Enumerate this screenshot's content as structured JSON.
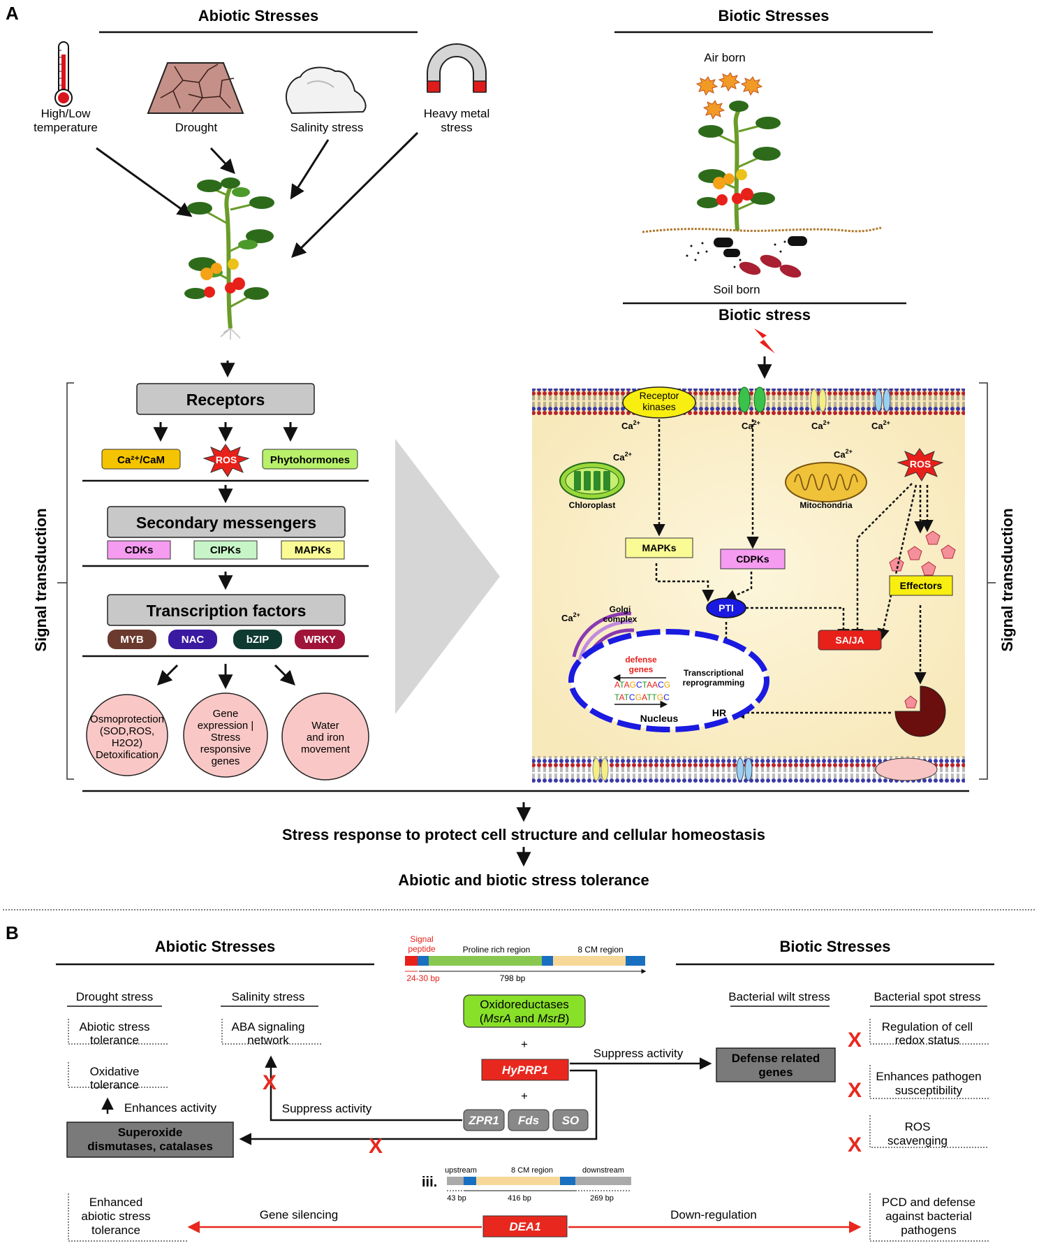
{
  "panelA": {
    "label": "A",
    "abiotic_title": "Abiotic Stresses",
    "biotic_title": "Biotic Stresses",
    "stressors": {
      "temp_line1": "High/Low",
      "temp_line2": "temperature",
      "drought": "Drought",
      "salinity": "Salinity stress",
      "metal_line1": "Heavy metal",
      "metal_line2": "stress"
    },
    "air_born": "Air born",
    "soil_born": "Soil born",
    "biotic_stress": "Biotic stress",
    "receptors": "Receptors",
    "ca_cam": "Ca²⁺/CaM",
    "ros": "ROS",
    "phytohormones": "Phytohormones",
    "secondary_messengers": "Secondary messengers",
    "cdks": "CDKs",
    "cipks": "CIPKs",
    "mapks": "MAPKs",
    "transcription_factors": "Transcription factors",
    "myb": "MYB",
    "nac": "NAC",
    "bzip": "bZIP",
    "wrky": "WRKY",
    "outcome1": [
      "Osmoprotection",
      "(SOD,ROS,",
      "H2O2)",
      "Detoxification"
    ],
    "outcome2": [
      "Gene",
      "expression |",
      "Stress",
      "responsive",
      "genes"
    ],
    "outcome3": [
      "Water",
      "and iron",
      "movement"
    ],
    "signal_transduction": "Signal transduction",
    "cell": {
      "receptor_kinases_1": "Receptor",
      "receptor_kinases_2": "kinases",
      "ca": "Ca",
      "sup": "2+",
      "chloroplast": "Chloroplast",
      "mitochondria": "Mitochondria",
      "ros": "ROS",
      "mapks": "MAPKs",
      "cdpks": "CDPKs",
      "effectors": "Effectors",
      "pti": "PTI",
      "sajs": "SA/JA",
      "golgi_1": "Golgi",
      "golgi_2": "complex",
      "defense_1": "defense",
      "defense_2": "genes",
      "transcriptional_1": "Transcriptional",
      "transcriptional_2": "reprogramming",
      "seq1": "ATAGCTAACG",
      "seq2": "TATCGATTGC",
      "nucleus": "Nucleus",
      "hr": "HR"
    },
    "stress_response": "Stress response to protect cell structure and cellular homeostasis",
    "tolerance": "Abiotic and biotic stress tolerance"
  },
  "panelB": {
    "label": "B",
    "abiotic_title": "Abiotic Stresses",
    "biotic_title": "Biotic Stresses",
    "gene1": {
      "signal_1": "Signal",
      "signal_2": "peptide",
      "proline": "Proline rich region",
      "cm": "8 CM region",
      "bp_signal": "24-30 bp",
      "bp_total": "798 bp"
    },
    "drought_stress": "Drought stress",
    "salinity_stress": "Salinity stress",
    "abiotic_tol_1": "Abiotic stress",
    "abiotic_tol_2": "tolerance",
    "aba_1": "ABA signaling",
    "aba_2": "network",
    "oxidative_1": "Oxidative",
    "oxidative_2": "tolerance",
    "enhances_activity": "Enhances activity",
    "sod_1": "Superoxide",
    "sod_2": "dismutases, catalases",
    "oxidoreductases_1": "Oxidoreductases",
    "oxidoreductases_2a": "(",
    "oxidoreductases_msra": "MsrA",
    "oxidoreductases_and": " and ",
    "oxidoreductases_msrb": "MsrB",
    "oxidoreductases_2b": ")",
    "plus": "+",
    "hyprp1": "HyPRP1",
    "zpr1": "ZPR1",
    "fds": "Fds",
    "so": "SO",
    "suppress_activity": "Suppress activity",
    "suppress_activity2": "Suppress activity",
    "defense_related_1": "Defense related",
    "defense_related_2": "genes",
    "bacterial_wilt": "Bacterial wilt stress",
    "bacterial_spot": "Bacterial spot stress",
    "redox_1": "Regulation of cell",
    "redox_2": "redox status",
    "pathogen_1": "Enhances pathogen",
    "pathogen_2": "susceptibility",
    "ros_1": "ROS",
    "ros_2": "scavenging",
    "x_mark": "X",
    "gene2": {
      "roman": "iii.",
      "upstream": "upstream",
      "cm": "8 CM region",
      "downstream": "downstream",
      "bp1": "43 bp",
      "bp2": "416 bp",
      "bp3": "269 bp"
    },
    "enhanced_1": "Enhanced",
    "enhanced_2": "abiotic stress",
    "enhanced_3": "tolerance",
    "gene_silencing": "Gene silencing",
    "dea1": "DEA1",
    "down_regulation": "Down-regulation",
    "pcd_1": "PCD and defense",
    "pcd_2": "against bacterial",
    "pcd_3": "pathogens"
  },
  "colors": {
    "grey_box": "#c8c8c8",
    "ca_box": "#f5c400",
    "ros_red": "#e8201a",
    "phyto_green": "#b8f06a",
    "cdk_pink": "#f59bf0",
    "cipk_green": "#c8f5c8",
    "mapk_yellow": "#fbfb96",
    "myb": "#6b3a2e",
    "nac": "#3a1aa0",
    "bzip": "#0e3a32",
    "wrky": "#a0143a",
    "outcome_pink": "#f9c8c6",
    "cell_bg": "#fdf3d4",
    "hyprp_red": "#e8281e",
    "ox_green": "#88e028"
  }
}
